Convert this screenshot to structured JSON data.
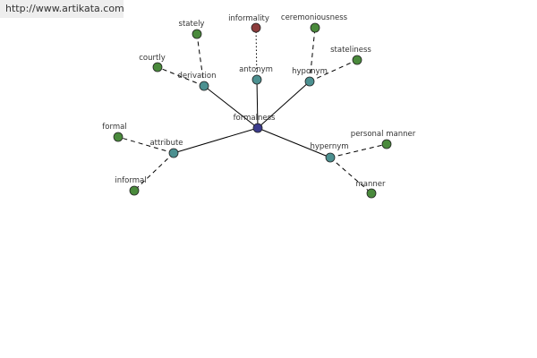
{
  "site": {
    "url": "http://www.artikata.com"
  },
  "colors": {
    "center": "#3c3c8c",
    "relation": "#4c9090",
    "leaf": "#4a8a3c",
    "antonym_leaf": "#8c3c3c",
    "edge": "#000000"
  },
  "graph": {
    "center": {
      "label": "formalness"
    },
    "relations": [
      {
        "key": "derivation",
        "label": "derivation",
        "leaves": [
          {
            "label": "stately"
          },
          {
            "label": "courtly"
          }
        ]
      },
      {
        "key": "antonym",
        "label": "antonym",
        "leaves": [
          {
            "label": "informality"
          }
        ]
      },
      {
        "key": "hyponym",
        "label": "hyponym",
        "leaves": [
          {
            "label": "ceremoniousness"
          },
          {
            "label": "stateliness"
          }
        ]
      },
      {
        "key": "attribute",
        "label": "attribute",
        "leaves": [
          {
            "label": "formal"
          },
          {
            "label": "informal"
          }
        ]
      },
      {
        "key": "hypernym",
        "label": "hypernym",
        "leaves": [
          {
            "label": "personal manner"
          },
          {
            "label": "manner"
          }
        ]
      }
    ]
  }
}
